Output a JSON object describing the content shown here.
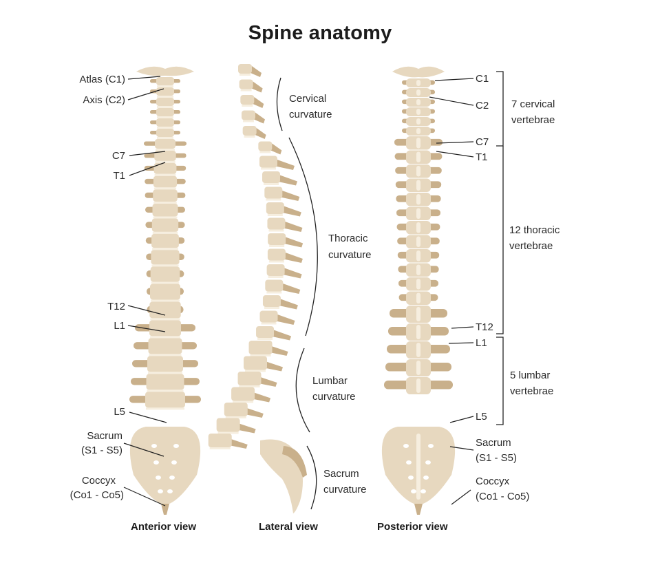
{
  "title": "Spine anatomy",
  "colors": {
    "bone": "#e7d8bf",
    "bone_dark": "#c9b08b",
    "disc": "#f6eedf",
    "line": "#222222"
  },
  "anterior": {
    "view_label": "Anterior view",
    "labels": {
      "atlas": "Atlas (C1)",
      "axis": "Axis (C2)",
      "c7": "C7",
      "t1": "T1",
      "t12": "T12",
      "l1": "L1",
      "l5": "L5",
      "sacrum_1": "Sacrum",
      "sacrum_2": "(S1 - S5)",
      "coccyx_1": "Coccyx",
      "coccyx_2": "(Co1 - Co5)"
    }
  },
  "lateral": {
    "view_label": "Lateral view",
    "curvatures": {
      "cervical_1": "Cervical",
      "cervical_2": "curvature",
      "thoracic_1": "Thoracic",
      "thoracic_2": "curvature",
      "lumbar_1": "Lumbar",
      "lumbar_2": "curvature",
      "sacrum_1": "Sacrum",
      "sacrum_2": "curvature"
    }
  },
  "posterior": {
    "view_label": "Posterior view",
    "labels": {
      "c1": "C1",
      "c2": "C2",
      "c7": "C7",
      "t1": "T1",
      "t12": "T12",
      "l1": "L1",
      "l5": "L5",
      "sacrum_1": "Sacrum",
      "sacrum_2": "(S1 - S5)",
      "coccyx_1": "Coccyx",
      "coccyx_2": "(Co1 - Co5)"
    },
    "groups": {
      "cervical_1": "7 cervical",
      "cervical_2": "vertebrae",
      "thoracic_1": "12 thoracic",
      "thoracic_2": "vertebrae",
      "lumbar_1": "5 lumbar",
      "lumbar_2": "vertebrae"
    }
  }
}
